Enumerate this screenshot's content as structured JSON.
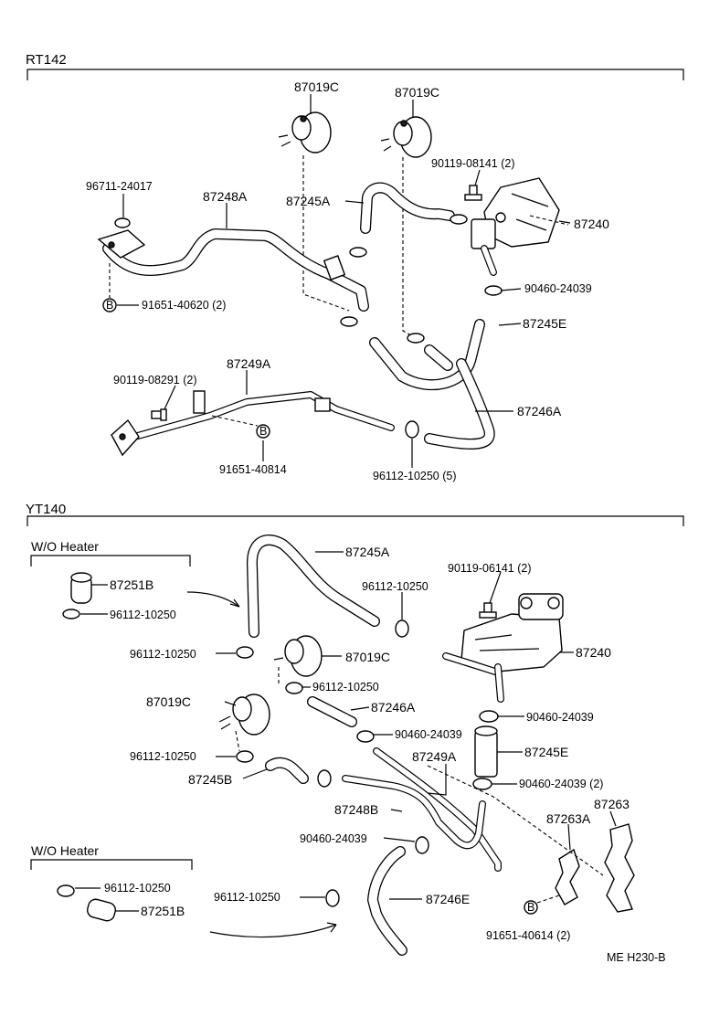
{
  "sections": {
    "top": "RT142",
    "bottom": "YT140"
  },
  "subsections": {
    "wo_heater_1": "W/O Heater",
    "wo_heater_2": "W/O Heater"
  },
  "labels": {
    "rt_87019c_a": "87019C",
    "rt_87019c_b": "87019C",
    "rt_96711": "96711-24017",
    "rt_87248a": "87248A",
    "rt_87245a": "87245A",
    "rt_90119_08141": "90119-08141 (2)",
    "rt_87240": "87240",
    "rt_91651_40620": "91651-40620 (2)",
    "rt_90460": "90460-24039",
    "rt_87245e": "87245E",
    "rt_87249a": "87249A",
    "rt_90119_08291": "90119-08291 (2)",
    "rt_87246a": "87246A",
    "rt_91651_40814": "91651-40814",
    "rt_96112": "96112-10250 (5)",
    "yt_87245a": "87245A",
    "yt_87251b_a": "87251B",
    "yt_96112_a": "96112-10250",
    "yt_90119": "90119-06141 (2)",
    "yt_96112_b": "96112-10250",
    "yt_96112_c": "96112-10250",
    "yt_87019c_a": "87019C",
    "yt_87240": "87240",
    "yt_96112_d": "96112-10250",
    "yt_87019c_b": "87019C",
    "yt_87246a": "87246A",
    "yt_90460_a": "90460-24039",
    "yt_90460_b": "90460-24039",
    "yt_96112_e": "96112-10250",
    "yt_87249a": "87249A",
    "yt_87245e": "87245E",
    "yt_87245b": "87245B",
    "yt_90460_c": "90460-24039 (2)",
    "yt_87263": "87263",
    "yt_87248b": "87248B",
    "yt_87263a": "87263A",
    "yt_90460_d": "90460-24039",
    "yt_96112_f": "96112-10250",
    "yt_96112_g": "96112-10250",
    "yt_87251b_b": "87251B",
    "yt_87246e": "87246E",
    "yt_91651": "91651-40614 (2)"
  },
  "marker": "B",
  "footer_code": "ME H230-B"
}
